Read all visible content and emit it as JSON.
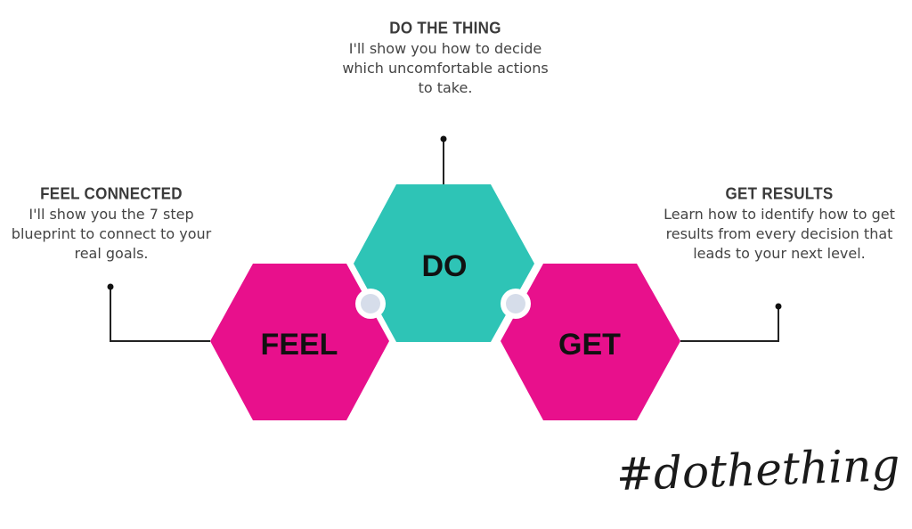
{
  "callouts": {
    "feel": {
      "title": "FEEL CONNECTED",
      "description": "I'll show you the 7 step blueprint to connect to your real goals."
    },
    "do": {
      "title": "DO THE THING",
      "description": "I'll show you how to decide which uncomfortable actions to take."
    },
    "get": {
      "title": "GET RESULTS",
      "description": "Learn how to identify how to get results from every decision that leads to your next level."
    }
  },
  "hexagons": {
    "feel": {
      "label": "FEEL",
      "color": "#E8108C"
    },
    "do": {
      "label": "DO",
      "color": "#2EC4B6"
    },
    "get": {
      "label": "GET",
      "color": "#E8108C"
    }
  },
  "connector_color": "#D6DDEA",
  "line_color": "#222222",
  "hashtag": "#dothething"
}
